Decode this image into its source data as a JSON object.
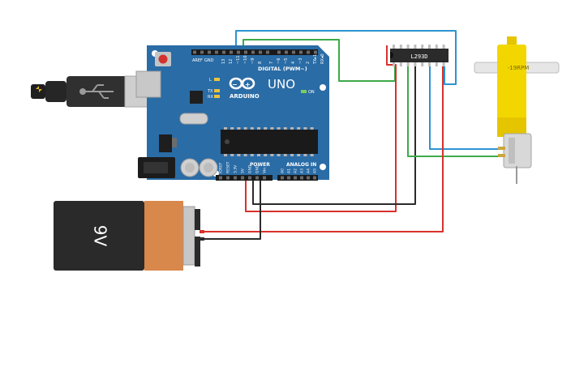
{
  "arduino": {
    "logo": "ARDUINO",
    "model": "UNO",
    "digital_label": "DIGITAL (PWM~)",
    "power_label": "POWER",
    "analog_label": "ANALOG IN",
    "on_label": "ON",
    "tx_label": "TX",
    "rx_label": "RX",
    "l_label": "L",
    "aref_label": "AREF",
    "gnd_label": "GND",
    "digital_pins": [
      "13",
      "12",
      "~11",
      "~10",
      "~9",
      "8",
      "7",
      "~6",
      "~5",
      "4",
      "~3",
      "2",
      "TX▸1",
      "RX◂0"
    ],
    "power_pins": [
      "IOREF",
      "RESET",
      "3.3V",
      "5V",
      "GND",
      "GND",
      "Vin"
    ],
    "analog_pins": [
      "A0",
      "A1",
      "A2",
      "A3",
      "A4",
      "A5"
    ]
  },
  "driver_chip": {
    "label": "L293D"
  },
  "battery": {
    "label": "9V"
  },
  "motor": {
    "label": "-19RPM"
  },
  "colors": {
    "board": "#2A6CA6",
    "board_dark": "#1E5584",
    "wire_red": "#D8322B",
    "wire_black": "#2B2B2B",
    "wire_green": "#3DAA48",
    "wire_blue": "#2D93D1",
    "motor_yellow": "#F2D600",
    "battery_copper": "#D8884A"
  }
}
